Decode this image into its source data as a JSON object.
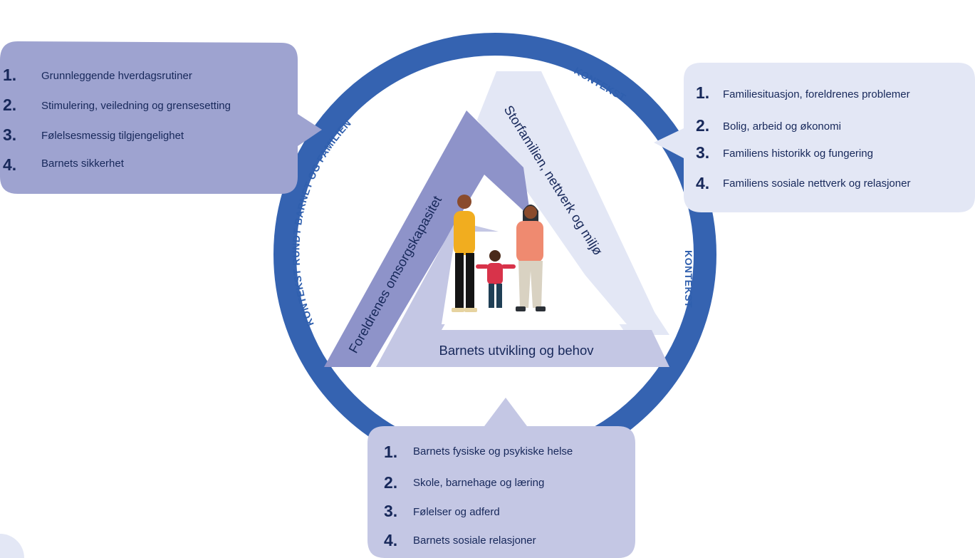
{
  "context_labels": {
    "left_arc": "KONTEKST RUNDT BARNET OG FAMILIEN",
    "top_right": "KONTEKST",
    "right": "KONTEKST"
  },
  "triangle": {
    "left_side": "Foreldrenes omsorgskapasitet",
    "right_side": "Storfamilien, nettverk og miljø",
    "bottom_side": "Barnets utvikling og behov"
  },
  "bubble_left": {
    "items": [
      {
        "num": "1.",
        "text": "Grunnleggende hverdagsrutiner"
      },
      {
        "num": "2.",
        "text": "Stimulering, veiledning og grensesetting"
      },
      {
        "num": "3.",
        "text": "Følelsesmessig tilgjengelighet"
      },
      {
        "num": "4.",
        "text": "Barnets sikkerhet"
      }
    ]
  },
  "bubble_right": {
    "items": [
      {
        "num": "1.",
        "text": "Familiesituasjon, foreldrenes problemer"
      },
      {
        "num": "2.",
        "text": "Bolig, arbeid og økonomi"
      },
      {
        "num": "3.",
        "text": "Familiens historikk og fungering"
      },
      {
        "num": "4.",
        "text": "Familiens sosiale nettverk og relasjoner"
      }
    ]
  },
  "bubble_bottom": {
    "items": [
      {
        "num": "1.",
        "text": "Barnets fysiske og psykiske helse"
      },
      {
        "num": "2.",
        "text": "Skole, barnehage og læring"
      },
      {
        "num": "3.",
        "text": "Følelser og adferd"
      },
      {
        "num": "4.",
        "text": "Barnets sosiale relasjoner"
      }
    ]
  },
  "colors": {
    "ring": "#3563b1",
    "left_bubble": "#9ea3d0",
    "right_bubble": "#e3e7f5",
    "bottom_bubble": "#c4c7e4",
    "triangle_left": "#8e93c9",
    "triangle_right": "#e3e7f5",
    "triangle_bottom": "#c4c7e4",
    "text_dark": "#17285a",
    "context_text": "#2f5fae"
  }
}
